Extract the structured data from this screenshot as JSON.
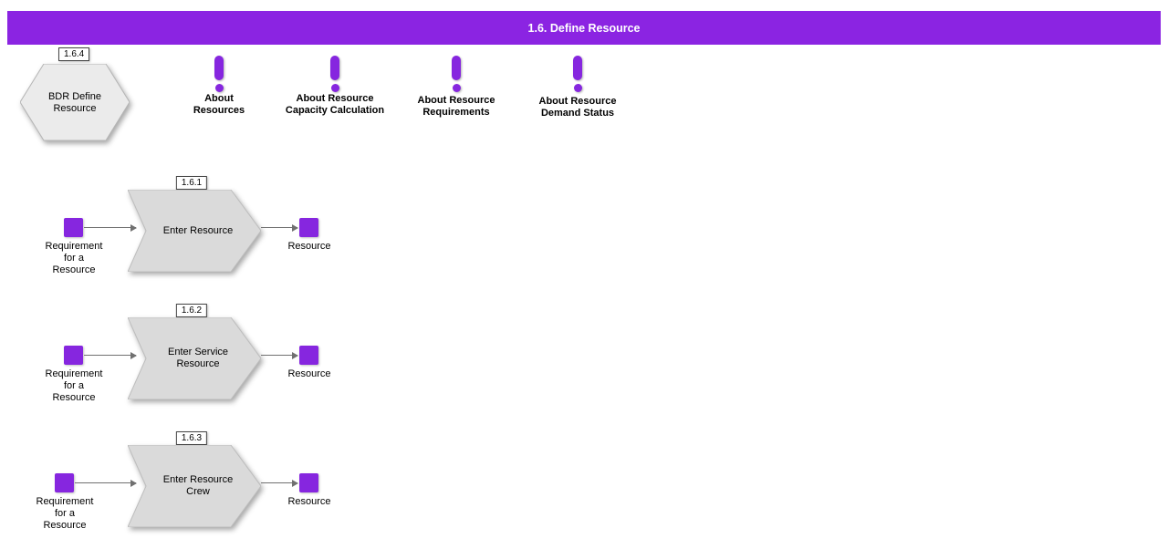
{
  "header": {
    "title": "1.6. Define Resource"
  },
  "colors": {
    "header_bg": "#8b24e2",
    "accent": "#8626df",
    "shape_fill": "#dadada",
    "interface_fill": "#ebebeb"
  },
  "interface": {
    "badge": "1.6.4",
    "label": "BDR Define\nResource"
  },
  "notes": [
    {
      "label": "About\nResources"
    },
    {
      "label": "About Resource\nCapacity Calculation"
    },
    {
      "label": "About Resource\nRequirements"
    },
    {
      "label": "About Resource\nDemand Status"
    }
  ],
  "rows": [
    {
      "badge": "1.6.1",
      "process": "Enter Resource",
      "input": "Requirement\nfor a\nResource",
      "output": "Resource"
    },
    {
      "badge": "1.6.2",
      "process": "Enter Service\nResource",
      "input": "Requirement\nfor a\nResource",
      "output": "Resource"
    },
    {
      "badge": "1.6.3",
      "process": "Enter Resource\nCrew",
      "input": "Requirement\nfor a\nResource",
      "output": "Resource"
    }
  ]
}
